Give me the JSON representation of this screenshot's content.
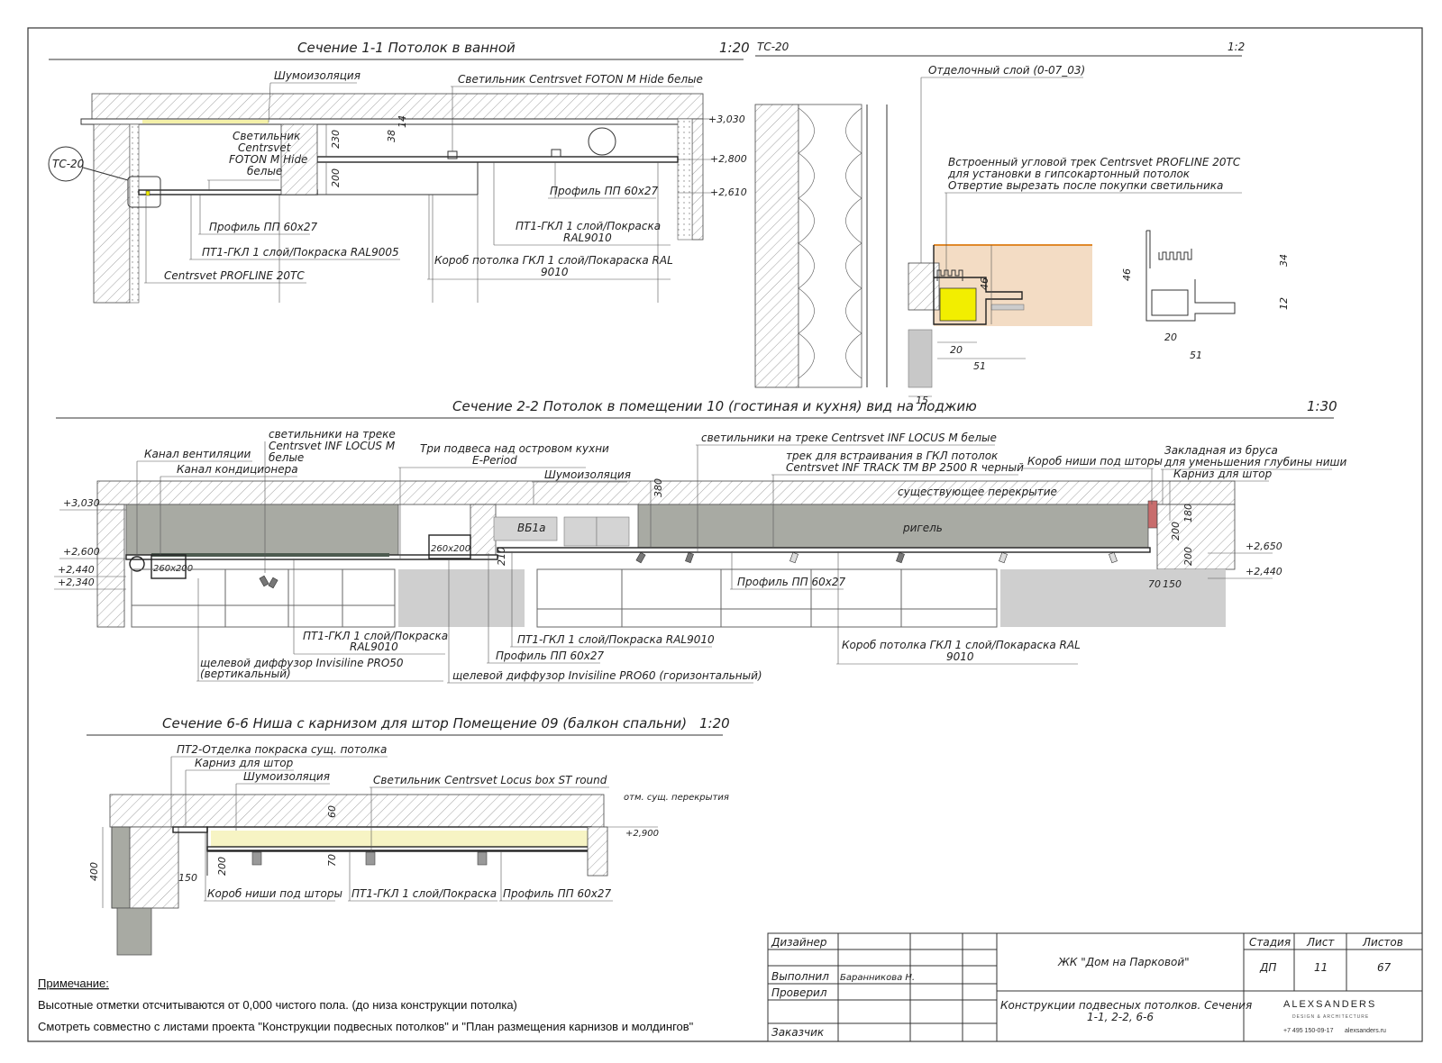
{
  "colors": {
    "line": "#333333",
    "concrete_hatch": "#555555",
    "structure_gray": "#a8aaa3",
    "panel_gray": "#d4d4d4",
    "finish_beige": "#f3dcc4",
    "finish_orange": "#e0892b",
    "led_yellow": "#f2ee00"
  },
  "section_1": {
    "title": "Сечение 1-1 Потолок в ванной",
    "scale": "1:20",
    "callout_tag": "TC-20",
    "labels": {
      "noise": "Шумоизоляция",
      "fixture_top": "Светильник Centrsvet FOTON M Hide белые",
      "fixture_side_1": "Светильник",
      "fixture_side_2": "Centrsvet",
      "fixture_side_3": "FOTON M Hide",
      "fixture_side_4": "белые",
      "profile_right": "Профиль ПП 60х27",
      "profile_left": "Профиль ПП 60х27",
      "pt1_right_1": "ПТ1-ГКЛ 1 слой/Покраска",
      "pt1_right_2": "RAL9010",
      "pt1_left": "ПТ1-ГКЛ 1 слой/Покраска  RAL9005",
      "box_1": "Короб потолка ГКЛ 1 слой/Покараска RAL",
      "box_2": "9010",
      "profline": "Centrsvet PROFLINE 20TC"
    },
    "dims": {
      "d230": "230",
      "d38": "38",
      "d14": "14",
      "d200": "200"
    },
    "levels": {
      "l1": "+3,030",
      "l2": "+2,800",
      "l3": "+2,610"
    }
  },
  "detail_tc20": {
    "title": "TC-20",
    "scale": "1:2",
    "finish_label": "Отделочный слой (0-07_03)",
    "track_1": "Встроенный угловой трек Centrsvet PROFLINE 20TC",
    "track_2": "для установки в гипсокартонный потолок",
    "track_3": "Отвертие вырезать после покупки светильника",
    "dims": {
      "d46": "46",
      "d20": "20",
      "d51": "51",
      "d15": "15"
    },
    "profile_dims": {
      "p46": "46",
      "p34": "34",
      "p12": "12",
      "p20": "20",
      "p51": "51"
    }
  },
  "section_2": {
    "title": "Сечение 2-2 Потолок в помещении 10 (гостиная и кухня) вид на лоджию",
    "scale": "1:30",
    "labels": {
      "vent": "Канал вентиляции",
      "ac": "Канал кондиционера",
      "track_left_1": "светильники на треке",
      "track_left_2": "Centrsvet INF LOCUS M",
      "track_left_3": "белые",
      "pendants_1": "Три подвеса над островом кухни",
      "pendants_2": "E-Period",
      "noise": "Шумоизоляция",
      "track_top": "светильники на треке Centrsvet INF LOCUS M белые",
      "inf_track_1": "трек для встраивания в ГКЛ потолок",
      "inf_track_2": "Centrsvet INF TRACK TM BP 2500 R черный",
      "curtain_box": "Короб ниши под шторы",
      "embed_1": "Закладная из бруса",
      "embed_2": "для уменьшения глубины ниши",
      "cornice": "Карниз для штор",
      "slab": "существующее перекрытие",
      "beam": "ригель",
      "vent_tag": "ВБ1а",
      "duct_1": "260х200",
      "duct_2": "260х200",
      "profile": "Профиль ПП 60х27",
      "pt1_left_1": "ПТ1-ГКЛ 1 слой/Покраска",
      "pt1_left_2": "RAL9010",
      "pt1_mid": "ПТ1-ГКЛ 1 слой/Покраска  RAL9010",
      "profile_2": "Профиль ПП 60х27",
      "box_1": "Короб потолка ГКЛ 1 слой/Покараска RAL",
      "box_2": "9010",
      "diff_v_1": "щелевой диффузор Invisiline PRO50",
      "diff_v_2": "(вертикальный)",
      "diff_h": "щелевой диффузор Invisiline PRO60 (горизонтальный)"
    },
    "dims": {
      "d380": "380",
      "d210": "210",
      "d180": "180",
      "d200a": "200",
      "d200b": "200",
      "d70": "70",
      "d150": "150"
    },
    "levels": {
      "l3030": "+3,030",
      "l2600": "+2,600",
      "l2440": "+2,440",
      "l2340": "+2,340",
      "r2650": "+2,650",
      "r2440": "+2,440"
    }
  },
  "section_6": {
    "title": "Сечение 6-6  Ниша с карнизом для штор Помещение 09 (балкон спальни)",
    "scale": "1:20",
    "labels": {
      "pt2": "ПТ2-Отделка покраска сущ. потолка",
      "cornice": "Карниз для штор",
      "noise": "Шумоизоляция",
      "fixture": "Светильник Centrsvet Locus box ST round",
      "slab_mark": "отм. сущ. перекрытия",
      "box": "Короб ниши под шторы",
      "pt1": "ПТ1-ГКЛ 1 слой/Покраска",
      "profile": "Профиль ПП 60х27"
    },
    "dims": {
      "d60": "60",
      "d70": "70",
      "d200": "200",
      "d150": "150",
      "d400": "400"
    },
    "levels": {
      "l2900": "+2,900"
    }
  },
  "notes": {
    "heading": "Примечание:",
    "line1": "Высотные отметки отсчитываются от 0,000 чистого пола. (до низа конструкции потолка)",
    "line2": "Смотреть совместно с листами проекта \"Конструкции подвесных потолков\" и \"План размещения карнизов и молдингов\""
  },
  "title_block": {
    "designer_label": "Дизайнер",
    "performed_label": "Выполнил",
    "performed_name": "Баранникова Н.",
    "checked_label": "Проверил",
    "customer_label": "Заказчик",
    "project": "ЖК \"Дом на Парковой\"",
    "sheet_title_1": "Конструкции подвесных потолков. Сечения",
    "sheet_title_2": "1-1, 2-2, 6-6",
    "stage_label": "Стадия",
    "sheet_label": "Лист",
    "sheets_label": "Листов",
    "stage": "ДП",
    "sheet": "11",
    "sheets": "67",
    "company": "ALEXSANDERS",
    "company_sub": "DESIGN & ARCHITECTURE",
    "phone": "+7 495 150-09-17",
    "site": "alexsanders.ru"
  }
}
